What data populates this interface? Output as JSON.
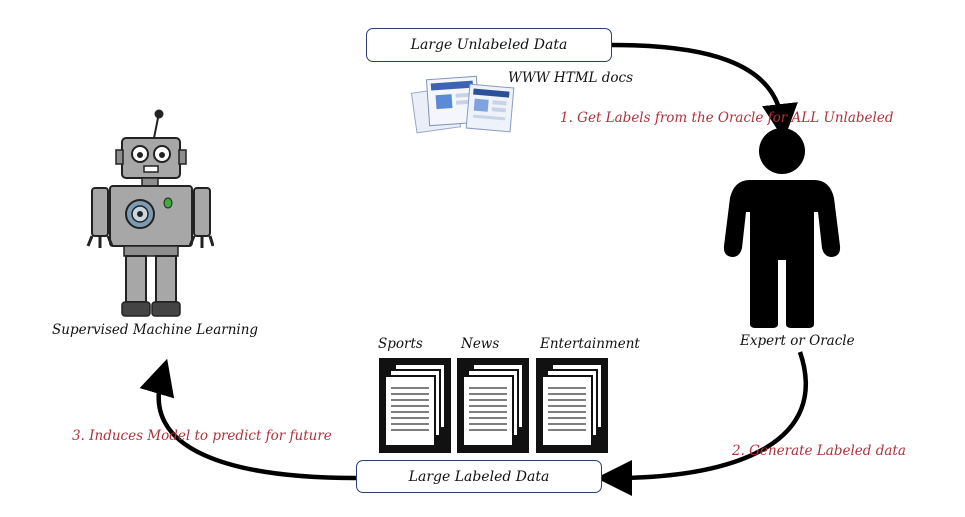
{
  "nodes": {
    "unlabeled_data": "Large Unlabeled Data",
    "labeled_data": "Large Labeled Data",
    "web_docs": "WWW HTML docs",
    "oracle": "Expert or Oracle",
    "learner": "Supervised Machine Learning"
  },
  "steps": {
    "step1": "1. Get Labels from the Oracle for ALL Unlabeled",
    "step2": "2. Generate Labeled data",
    "step3": "3. Induces Model to predict for future"
  },
  "categories": [
    "Sports",
    "News",
    "Entertainment"
  ],
  "colors": {
    "arrow": "#000000",
    "step_text": "#b0323c",
    "box_border": "#2a3f73",
    "robot_body": "#a7a7a7"
  },
  "icons": [
    "web-pages-image",
    "person-icon",
    "robot-icon",
    "document-stack-icon"
  ]
}
